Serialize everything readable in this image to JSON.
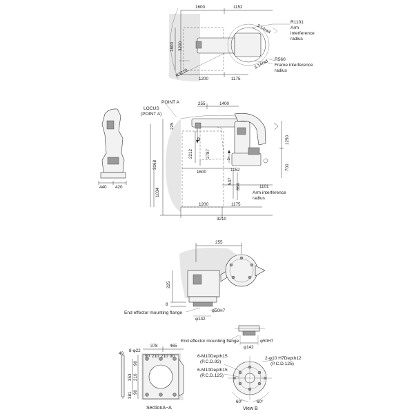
{
  "top_view": {
    "dims": [
      "1600",
      "1152",
      "1200",
      "1175",
      "1600",
      "3200",
      "R3210"
    ],
    "r_arm": "R1101",
    "r_arm_l1": "Arm",
    "r_arm_l2": "interference",
    "r_arm_l3": "radius",
    "r_frame": "R560",
    "r_frame_l1": "Frame interference",
    "r_frame_l2": "radius",
    "angle1": "3.14rad",
    "angle2": "3.14rad"
  },
  "side_view": {
    "point_a": "POINT A",
    "locus_l1": "LOCUS",
    "locus_l2": "(POINT A)",
    "dims": [
      "255",
      "1400",
      "225",
      "2212",
      "2787",
      "3168",
      "1600",
      "1152",
      "1250",
      "700",
      "537",
      "864",
      "1034",
      "1101",
      "1200",
      "1175",
      "3210"
    ],
    "arm_l1": "Arm interference",
    "arm_l2": "radius",
    "a_mark": "A",
    "b_mark": "B"
  },
  "rear_view": {
    "dims": [
      "440",
      "420"
    ]
  },
  "wrist_view": {
    "dims": [
      "255",
      "225",
      "8"
    ],
    "flange_label": "End effector mounting flange",
    "bore": "φ50H7",
    "outer": "φ142"
  },
  "section_aa": {
    "dims": [
      "378",
      "465",
      "8-φ22",
      "90",
      "210",
      "210",
      "90",
      "40",
      "353",
      "381",
      "90",
      "210",
      "90"
    ],
    "caption": "SectionA−A"
  },
  "view_b": {
    "flange_label": "End effector mounting flange",
    "bore": "φ50H7",
    "outer": "φ142",
    "hole1_l1": "6-M10Depth15",
    "hole1_l2": "(P.C.D.92)",
    "hole2_l1": "6-M10Depth15",
    "hole2_l2": "(P.C.D.125)",
    "pin_l1": "2-φ10 H7Depth12",
    "pin_l2": "(P.C.D.125)",
    "angle1": "60°",
    "angle2": "60°",
    "caption": "View B"
  }
}
